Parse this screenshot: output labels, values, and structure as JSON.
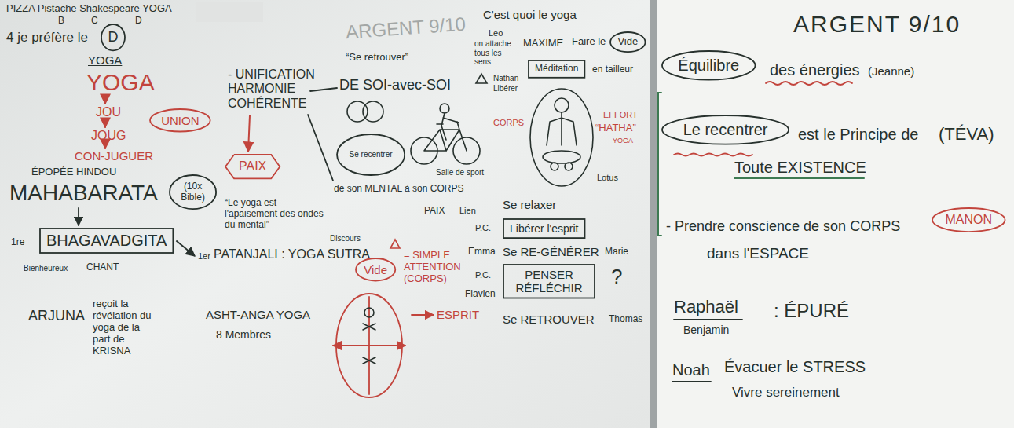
{
  "diagram": {
    "title": "ARGENT 9/10",
    "nodes": [
      {
        "text": [
          "D"
        ]
      },
      {
        "text": [
          "UNION"
        ]
      },
      {
        "text": [
          "(10x Bible)"
        ]
      },
      {
        "text": [
          "BHAGAVADGITA"
        ]
      },
      {
        "text": [
          "PAIX"
        ]
      },
      {
        "text": [
          "Se recentrer"
        ]
      },
      {
        "text": [
          "Vide"
        ]
      },
      {
        "text": [
          "Méditation"
        ]
      },
      {
        "text": [
          "Vide"
        ]
      },
      {
        "text": [
          "Libérer l'esprit"
        ]
      },
      {
        "text": [
          "PENSER RÉFLÉCHIR"
        ]
      },
      {
        "text": [
          "Équilibre"
        ]
      },
      {
        "text": [
          "Le recentrer"
        ]
      },
      {
        "text": [
          "MANON"
        ]
      }
    ],
    "labels": [
      "PIZZA Pistache Shakespeare YOGA",
      "B",
      "C",
      "D",
      "4 je préfère le",
      "YOGA",
      "C'est quoi le yoga",
      "ARGENT 9/10",
      "Leo",
      "on attache tous les sens",
      "YOGA",
      "JOU",
      "JOUG",
      "CON-JUGUER",
      "ÉPOPÉE HINDOU",
      "MAHABARATA",
      "1re",
      "Bienheureux",
      "CHANT",
      "ARJUNA",
      "reçoit la révélation du yoga de la part de KRISNA",
      "Discours",
      "1er",
      "PATANJALI : YOGA SUTRA",
      "ASHT-ANGA YOGA",
      "8 Membres",
      "- UNIFICATION HARMONIE COHÉRENTE",
      "“Le yoga est l'apaisement des ondes du mental”",
      "“Se retrouver”",
      "DE SOI-avec-SOI",
      "de son MENTAL à son CORPS",
      "Salle de sport",
      "PAIX",
      "Lien",
      "= SIMPLE ATTENTION (CORPS)",
      "ESPRIT",
      "MAXIME",
      "Faire le",
      "Nathan",
      "Libérer",
      "en tailleur",
      "CORPS",
      "EFFORT",
      "“HATHA”",
      "YOGA",
      "Lotus",
      "Se relaxer",
      "P.C.",
      "Emma",
      "Se RE-GÉNÉRER",
      "Marie",
      "P.C.",
      "Flavien",
      "Se RETROUVER",
      "Thomas",
      "?",
      "des énergies",
      "(Jeanne)",
      "est le Principe de",
      "(TÉVA)",
      "Toute EXISTENCE",
      "- Prendre conscience de son CORPS",
      "dans l'ESPACE",
      "Raphaël",
      "Benjamin",
      ": ÉPURÉ",
      "Noah",
      "Évacuer le STRESS",
      "Vivre sereinement"
    ]
  }
}
